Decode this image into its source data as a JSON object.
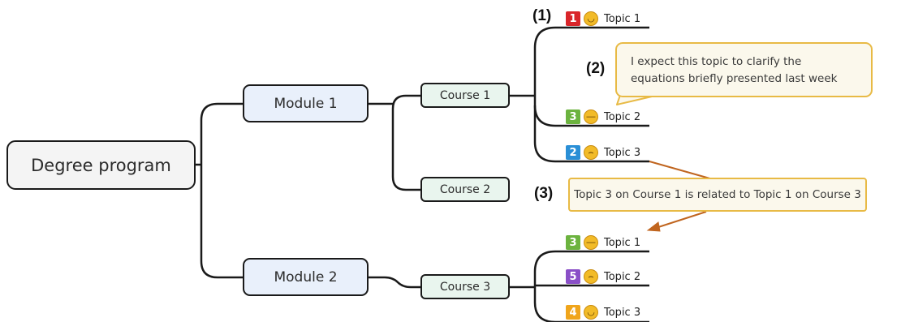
{
  "root": {
    "label": "Degree program"
  },
  "modules": [
    {
      "label": "Module 1"
    },
    {
      "label": "Module 2"
    }
  ],
  "courses": [
    {
      "label": "Course 1"
    },
    {
      "label": "Course 2"
    },
    {
      "label": "Course 3"
    }
  ],
  "course1_topics": [
    {
      "priority": "1",
      "priority_color": "#d9252a",
      "mood": "happy",
      "label": "Topic 1"
    },
    {
      "priority": "3",
      "priority_color": "#6cb33f",
      "mood": "neutral",
      "label": "Topic 2"
    },
    {
      "priority": "2",
      "priority_color": "#2a8fd6",
      "mood": "sad",
      "label": "Topic 3"
    }
  ],
  "course3_topics": [
    {
      "priority": "3",
      "priority_color": "#6cb33f",
      "mood": "neutral",
      "label": "Topic 1"
    },
    {
      "priority": "5",
      "priority_color": "#8a4fc7",
      "mood": "sad",
      "label": "Topic 2"
    },
    {
      "priority": "4",
      "priority_color": "#f0a51b",
      "mood": "happy",
      "label": "Topic 3"
    }
  ],
  "markers": {
    "m1": "(1)",
    "m2": "(2)",
    "m3": "(3)"
  },
  "callout": {
    "line1": "I expect this topic to clarify the",
    "line2": "equations briefly presented last week"
  },
  "relation": {
    "label": "Topic 3 on Course 1 is related to Topic 1 on Course 3"
  },
  "colors": {
    "line": "#1a1a1a",
    "relation_arrow": "#c0651f",
    "note_border": "#e8ba45",
    "note_fill": "#fbf8ec"
  }
}
